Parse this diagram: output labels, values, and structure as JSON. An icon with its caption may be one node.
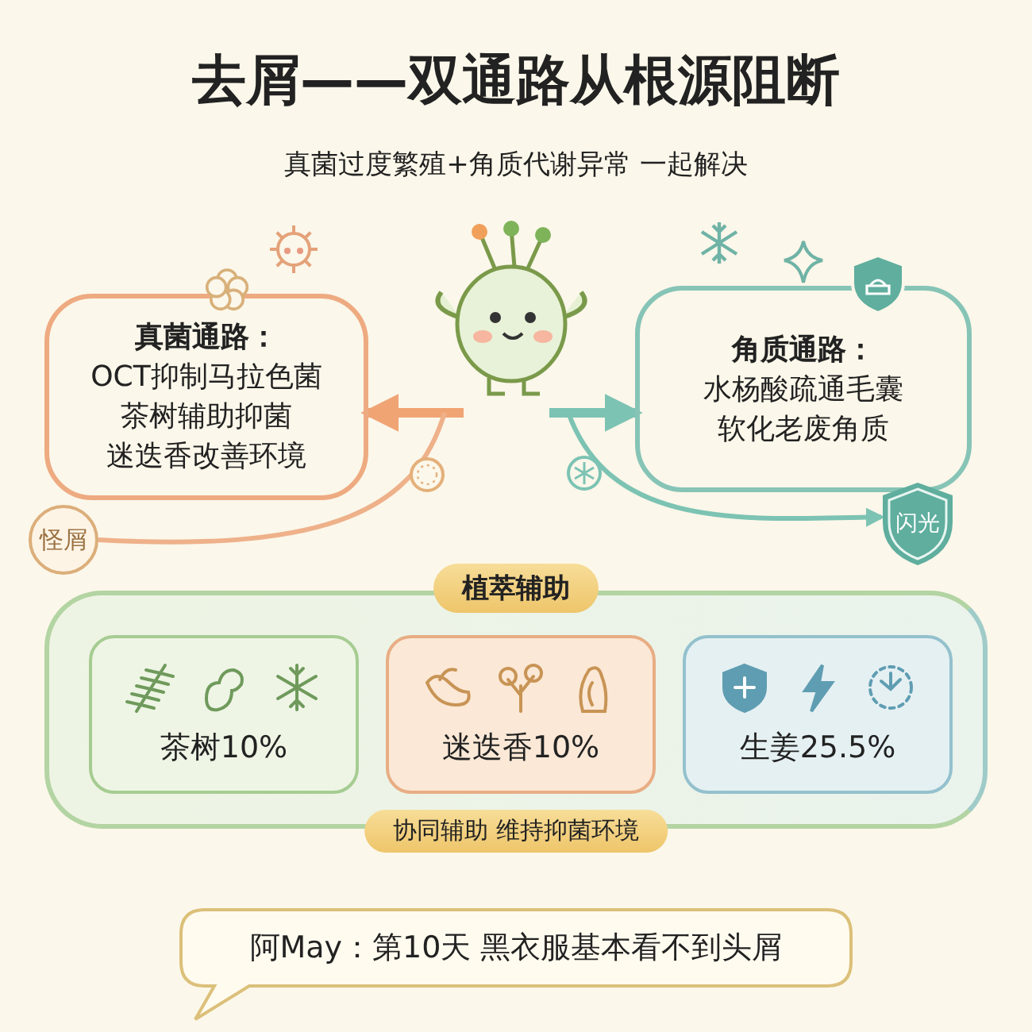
{
  "diagram": {
    "title": "去屑——双通路从根源阻断",
    "nodes": [
      {
        "text": [
          "真菌通路：",
          "OCT抑制马拉色菌",
          "茶树辅助抑菌",
          "迷迭香改善环境"
        ]
      },
      {
        "text": [
          "角质通路：",
          "水杨酸疏通毛囊",
          "软化老废角质"
        ]
      },
      {
        "text": [],
        "shape": "picture"
      },
      {
        "text": [
          "怪屑"
        ]
      },
      {
        "text": [
          "闪光"
        ]
      },
      {
        "text": [
          "植萃辅助",
          "协同辅助 维持抑菌环境"
        ]
      },
      {
        "text": [
          "茶树10%"
        ],
        "in": 5
      },
      {
        "text": [
          "迷迭香10%"
        ],
        "in": 5
      },
      {
        "text": [
          "生姜25.5%"
        ],
        "in": 5
      },
      {
        "text": [
          "阿May：第10天 黑衣服基本看不到头屑"
        ]
      }
    ],
    "edges": [
      {
        "from": 2,
        "to": 0,
        "arrow": "to",
        "style": "thick",
        "color": "#f0a474"
      },
      {
        "from": 2,
        "to": 1,
        "arrow": "to",
        "style": "thick",
        "color": "#7cc3b3"
      },
      {
        "from": 2,
        "to": 4,
        "arrow": "to",
        "color": "#7cc3b3"
      },
      {
        "from": 3,
        "to": 2,
        "arrow": "none",
        "color": "#eeb18a"
      }
    ],
    "labels": [
      "真菌过度繁殖+角质代谢异常 一起解决"
    ]
  }
}
